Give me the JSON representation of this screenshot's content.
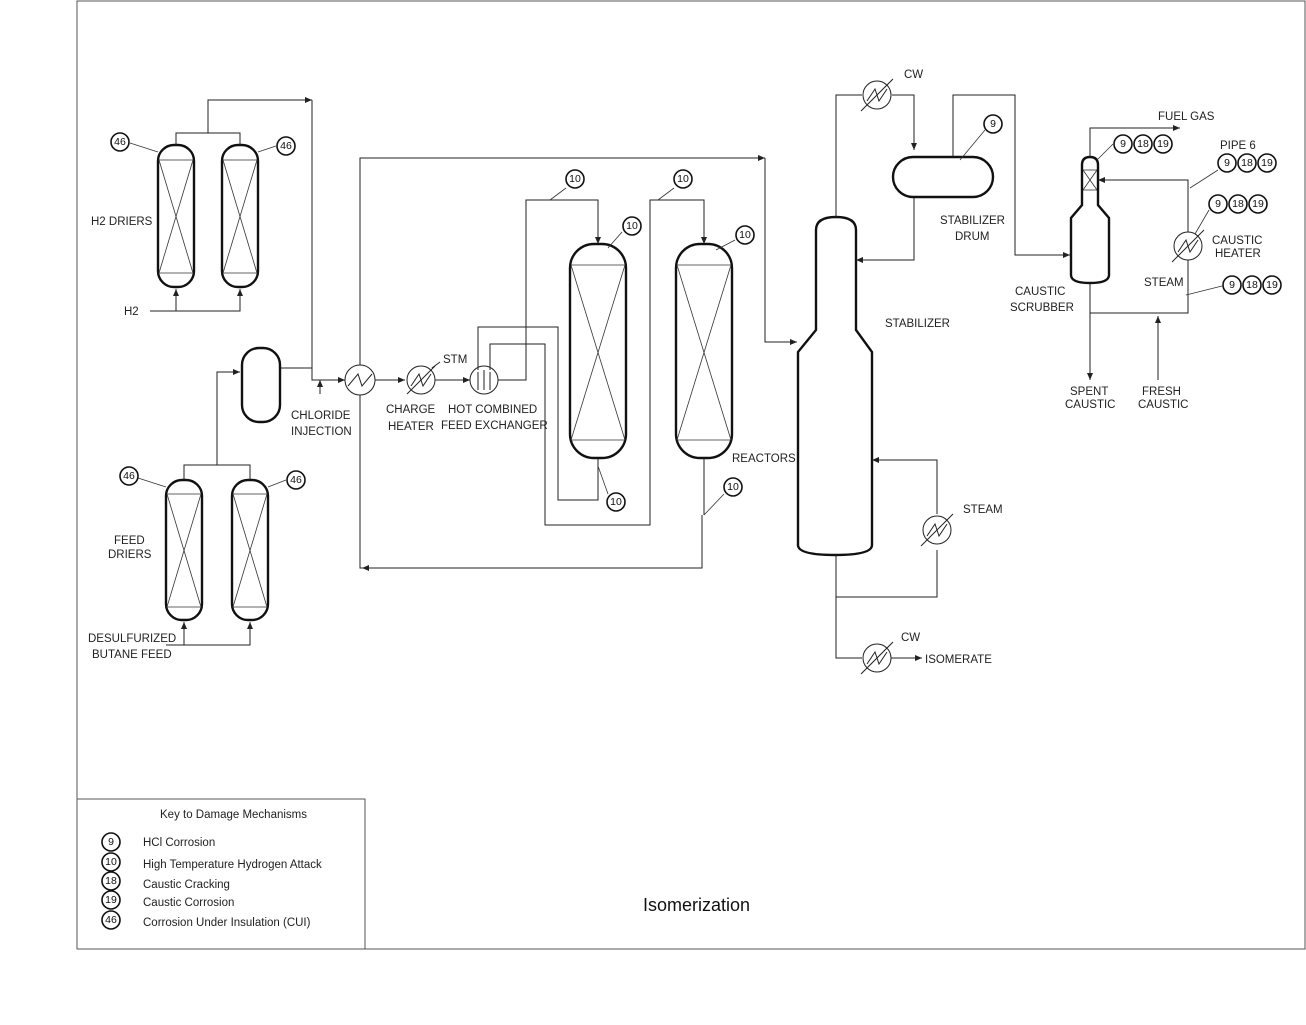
{
  "title": "Isomerization",
  "key": {
    "heading": "Key to Damage Mechanisms",
    "items": [
      {
        "num": "9",
        "label": "HCl Corrosion"
      },
      {
        "num": "10",
        "label": "High Temperature Hydrogen Attack"
      },
      {
        "num": "18",
        "label": "Caustic Cracking"
      },
      {
        "num": "19",
        "label": "Caustic Corrosion"
      },
      {
        "num": "46",
        "label": "Corrosion Under Insulation (CUI)"
      }
    ]
  },
  "labels": {
    "h2_driers": "H2 DRIERS",
    "h2": "H2",
    "feed_driers_1": "FEED",
    "feed_driers_2": "DRIERS",
    "desulf_1": "DESULFURIZED",
    "desulf_2": "BUTANE FEED",
    "chloride_1": "CHLORIDE",
    "chloride_2": "INJECTION",
    "charge_1": "CHARGE",
    "charge_2": "HEATER",
    "stm": "STM",
    "hot_1": "HOT COMBINED",
    "hot_2": "FEED EXCHANGER",
    "reactors": "REACTORS",
    "stabilizer": "STABILIZER",
    "stab_drum_1": "STABILIZER",
    "stab_drum_2": "DRUM",
    "cw_top": "CW",
    "cw_bottom": "CW",
    "steam_reboiler": "STEAM",
    "isomerate": "ISOMERATE",
    "fuel_gas": "FUEL GAS",
    "pipe6": "PIPE 6",
    "caustic_heater_1": "CAUSTIC",
    "caustic_heater_2": "HEATER",
    "steam_caustic": "STEAM",
    "caustic_scrubber_1": "CAUSTIC",
    "caustic_scrubber_2": "SCRUBBER",
    "spent_1": "SPENT",
    "spent_2": "CAUSTIC",
    "fresh_1": "FRESH",
    "fresh_2": "CAUSTIC"
  },
  "badges": {
    "h2_drier_left": "46",
    "h2_drier_right": "46",
    "feed_drier_left": "46",
    "feed_drier_right": "46",
    "inlet1": "10",
    "inlet2": "10",
    "reactor1_top": "10",
    "reactor2_top": "10",
    "reactor1_bottom": "10",
    "reactor2_outlet": "10",
    "stab_drum": "9",
    "scrubber": [
      "9",
      "18",
      "19"
    ],
    "pipe6": [
      "9",
      "18",
      "19"
    ],
    "caustic_heater": [
      "9",
      "18",
      "19"
    ],
    "steam_caustic": [
      "9",
      "18",
      "19"
    ]
  }
}
